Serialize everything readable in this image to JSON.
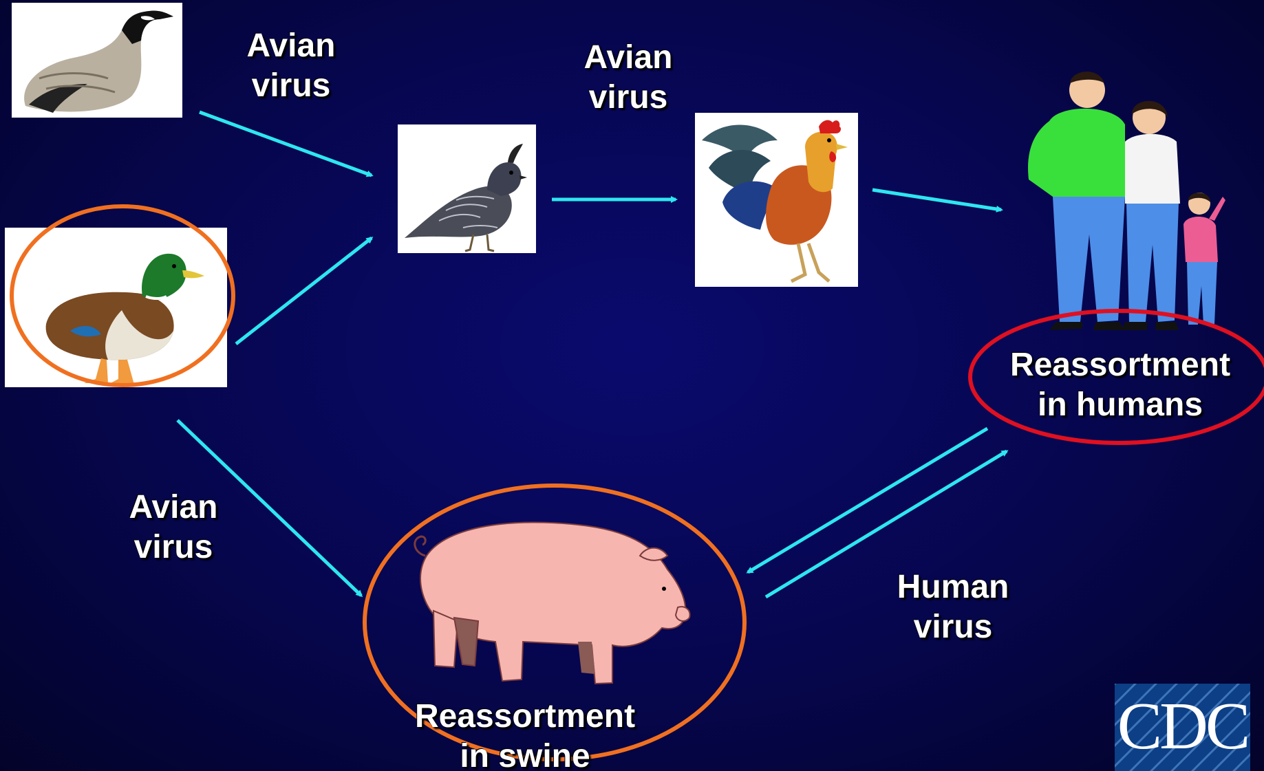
{
  "labels": {
    "avian_top_left": [
      "Avian",
      "virus"
    ],
    "avian_top_mid": [
      "Avian",
      "virus"
    ],
    "avian_bottom_left": [
      "Avian",
      "virus"
    ],
    "human_virus": [
      "Human",
      "virus"
    ],
    "reassort_humans": [
      "Reassortment",
      "in humans"
    ],
    "reassort_swine": [
      "Reassortment",
      "in swine"
    ]
  },
  "logo": {
    "text": "CDC"
  },
  "nodes": [
    "goose",
    "duck",
    "quail",
    "rooster",
    "humans",
    "swine"
  ],
  "colors": {
    "background": "#06064e",
    "arrow": "#2ee6f0",
    "highlight_orange": "#f07020",
    "highlight_red": "#e01020",
    "label": "#ffffff",
    "logo_blue": "#0c3f86"
  }
}
